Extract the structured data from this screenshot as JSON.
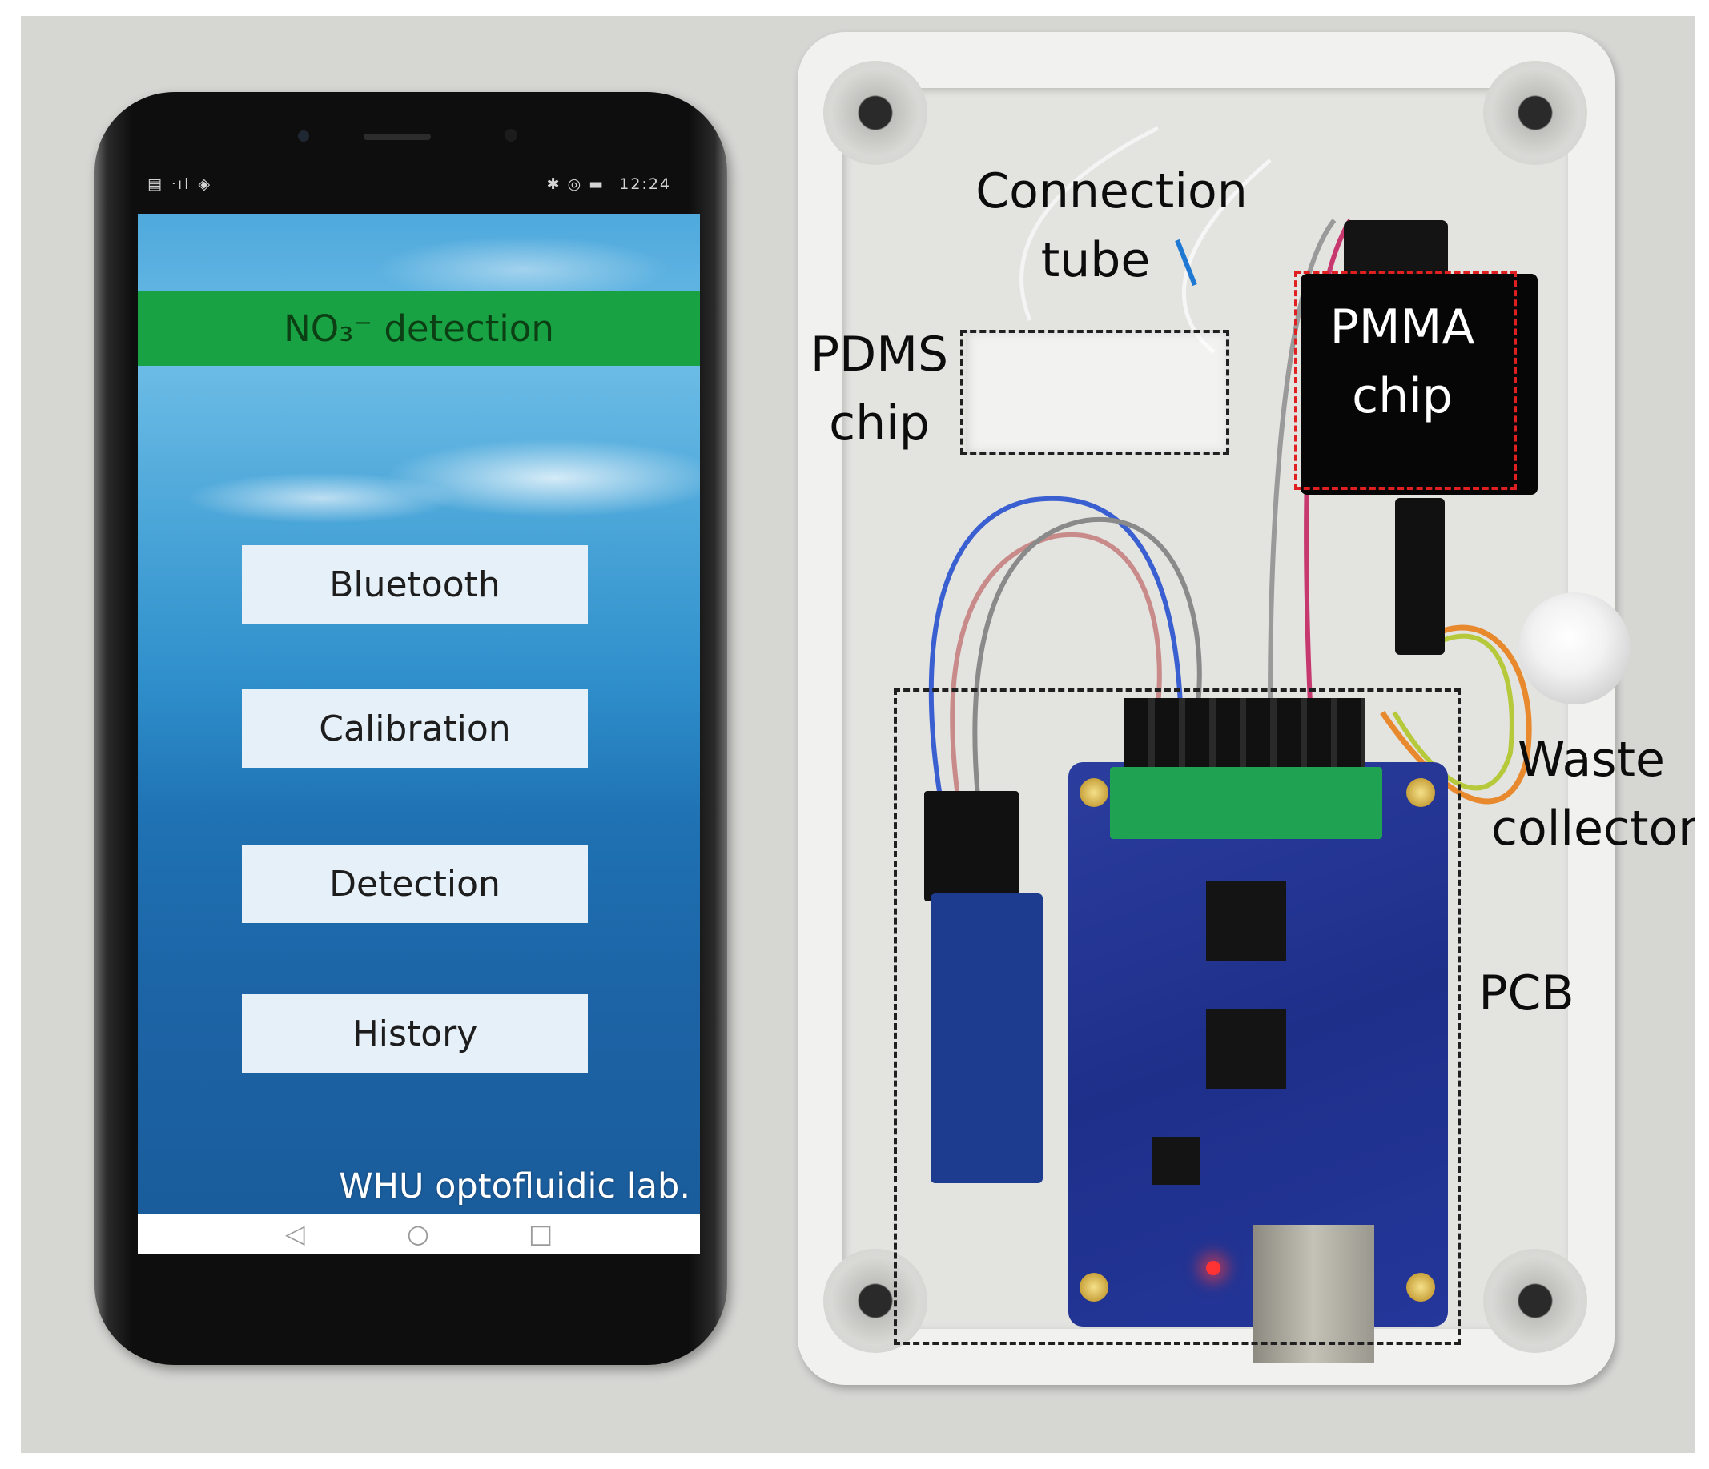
{
  "phone": {
    "status": {
      "left_icons": "▤ ᐧıl ◈",
      "right_icons": "✱ ◎ ▬",
      "time": "12:24"
    },
    "app_title": "NO₃⁻ detection",
    "buttons": [
      "Bluetooth",
      "Calibration",
      "Detection",
      "History"
    ],
    "footer": "WHU optofluidic lab.",
    "nav": {
      "back": "◁",
      "home": "○",
      "recents": "□"
    }
  },
  "labels": {
    "connection_tube": [
      "Connection",
      "tube"
    ],
    "pdms_chip": [
      "PDMS",
      "chip"
    ],
    "pmma_chip": [
      "PMMA",
      "chip"
    ],
    "waste_collector": [
      "Waste",
      "collector"
    ],
    "pcb": "PCB"
  },
  "colors": {
    "header_green": "#18a244",
    "annotation_black": "#202020",
    "pmma_outline_red": "#e02020",
    "connection_arrow_blue": "#1f78d1"
  }
}
